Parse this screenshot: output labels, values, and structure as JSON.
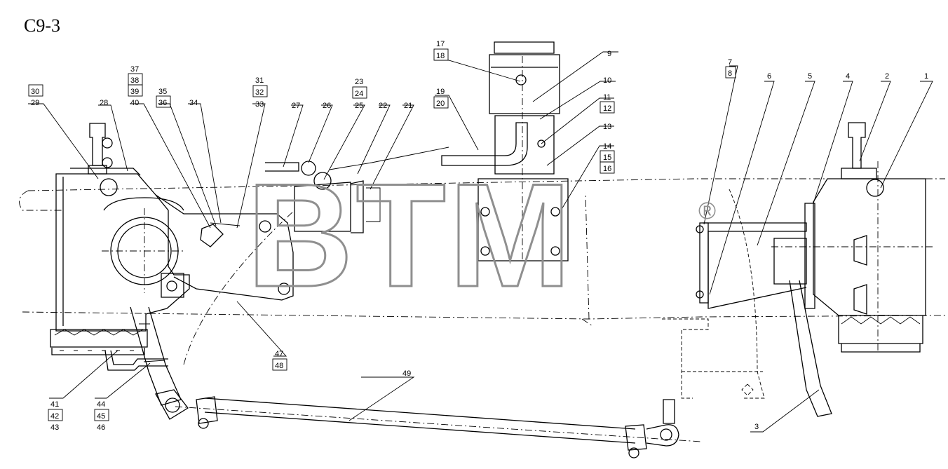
{
  "title": "C9-3",
  "watermark": {
    "text": "BTM",
    "registered": "®"
  },
  "callouts": {
    "c1": "1",
    "c2": "2",
    "c3": "3",
    "c4": "4",
    "c5": "5",
    "c6": "6",
    "c7": "7",
    "c8": "8",
    "c9": "9",
    "c10": "10",
    "c11": "11",
    "c12": "12",
    "c13": "13",
    "c14": "14",
    "c15": "15",
    "c16": "16",
    "c17": "17",
    "c18": "18",
    "c19": "19",
    "c20": "20",
    "c21": "21",
    "c22": "22",
    "c23": "23",
    "c24": "24",
    "c25": "25",
    "c26": "26",
    "c27": "27",
    "c28": "28",
    "c29": "29",
    "c30": "30",
    "c31": "31",
    "c32": "32",
    "c33": "33",
    "c34": "34",
    "c35": "35",
    "c36": "36",
    "c37": "37",
    "c38": "38",
    "c39": "39",
    "c40": "40",
    "c41": "41",
    "c42": "42",
    "c43": "43",
    "c44": "44",
    "c45": "45",
    "c46": "46",
    "c47": "47",
    "c48": "48",
    "c49": "49"
  }
}
